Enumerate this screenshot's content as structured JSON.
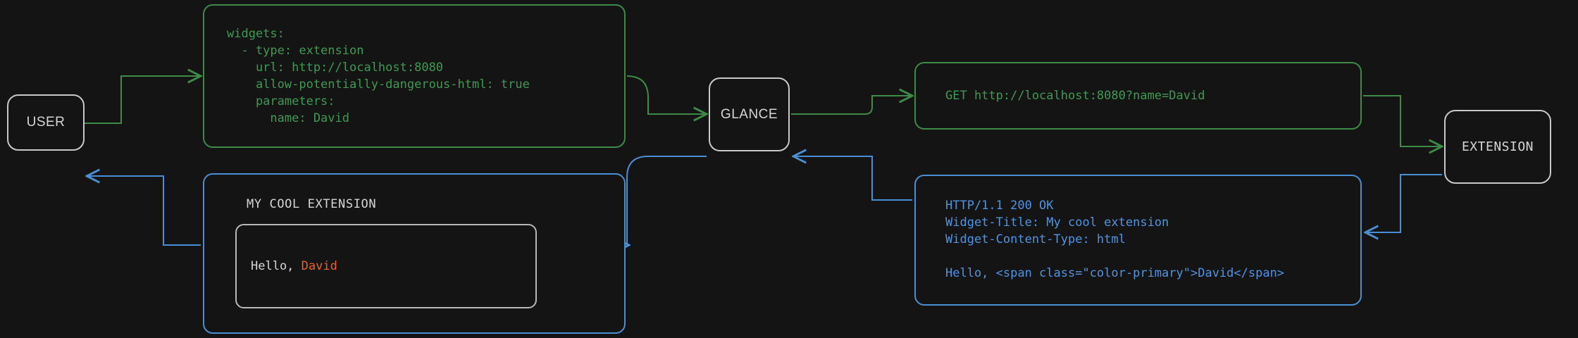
{
  "background": "#141414",
  "colors": {
    "request_green": "#3f9a53",
    "response_blue": "#5294e2",
    "node_border": "#c8c8c8",
    "accent_orange": "#e8622a"
  },
  "nodes": {
    "user": {
      "label": "USER"
    },
    "glance": {
      "label": "GLANCE"
    },
    "extension": {
      "label": "EXTENSION"
    }
  },
  "panels": {
    "yaml_config": {
      "text": "widgets:\n  - type: extension\n    url: http://localhost:8080\n    allow-potentially-dangerous-html: true\n    parameters:\n      name: David"
    },
    "http_request": {
      "text": "GET http://localhost:8080?name=David"
    },
    "http_response": {
      "text": "HTTP/1.1 200 OK\nWidget-Title: My cool extension\nWidget-Content-Type: html\n\nHello, <span class=\"color-primary\">David</span>"
    },
    "rendered_widget": {
      "title": "MY COOL EXTENSION",
      "body_prefix": "Hello, ",
      "body_accent": "David"
    }
  },
  "edges": [
    {
      "name": "user-to-config",
      "color": "green",
      "direction": "right"
    },
    {
      "name": "config-to-glance",
      "color": "green",
      "direction": "right"
    },
    {
      "name": "glance-to-request",
      "color": "green",
      "direction": "right"
    },
    {
      "name": "request-to-extension",
      "color": "green",
      "direction": "right"
    },
    {
      "name": "extension-to-response",
      "color": "blue",
      "direction": "left"
    },
    {
      "name": "response-to-glance",
      "color": "blue",
      "direction": "left"
    },
    {
      "name": "glance-to-widget",
      "color": "blue",
      "direction": "left"
    },
    {
      "name": "widget-to-user",
      "color": "blue",
      "direction": "left"
    }
  ]
}
